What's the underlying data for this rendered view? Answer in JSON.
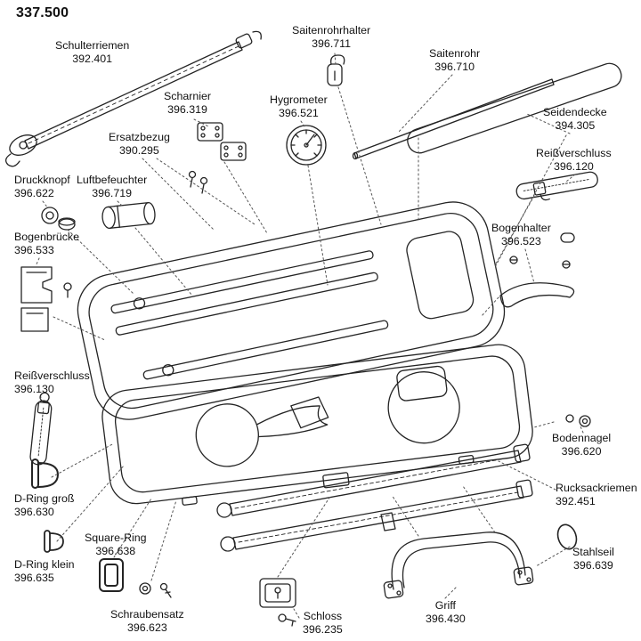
{
  "title": "337.500",
  "colors": {
    "line": "#242424",
    "leader": "#555555",
    "background": "#ffffff",
    "label_text": "#111111"
  },
  "diagram_subject": "violin case exploded parts diagram",
  "parts": [
    {
      "name": "Schulterriemen",
      "number": "392.401"
    },
    {
      "name": "Saitenrohrhalter",
      "number": "396.711"
    },
    {
      "name": "Saitenrohr",
      "number": "396.710"
    },
    {
      "name": "Scharnier",
      "number": "396.319"
    },
    {
      "name": "Hygrometer",
      "number": "396.521"
    },
    {
      "name": "Seidendecke",
      "number": "394.305"
    },
    {
      "name": "Ersatzbezug",
      "number": "390.295"
    },
    {
      "name": "Reißverschluss",
      "number": "396.120"
    },
    {
      "name": "Druckknopf",
      "number": "396.622"
    },
    {
      "name": "Luftbefeuchter",
      "number": "396.719"
    },
    {
      "name": "Bogenbrücke",
      "number": "396.533"
    },
    {
      "name": "Bogenhalter",
      "number": "396.523"
    },
    {
      "name": "Reißverschluss",
      "number": "396.130"
    },
    {
      "name": "Bodennagel",
      "number": "396.620"
    },
    {
      "name": "D-Ring groß",
      "number": "396.630"
    },
    {
      "name": "Rucksackriemen",
      "number": "392.451"
    },
    {
      "name": "Square-Ring",
      "number": "396.638"
    },
    {
      "name": "Stahlseil",
      "number": "396.639"
    },
    {
      "name": "D-Ring klein",
      "number": "396.635"
    },
    {
      "name": "Schraubensatz",
      "number": "396.623"
    },
    {
      "name": "Schloss",
      "number": "396.235"
    },
    {
      "name": "Griff",
      "number": "396.430"
    }
  ]
}
